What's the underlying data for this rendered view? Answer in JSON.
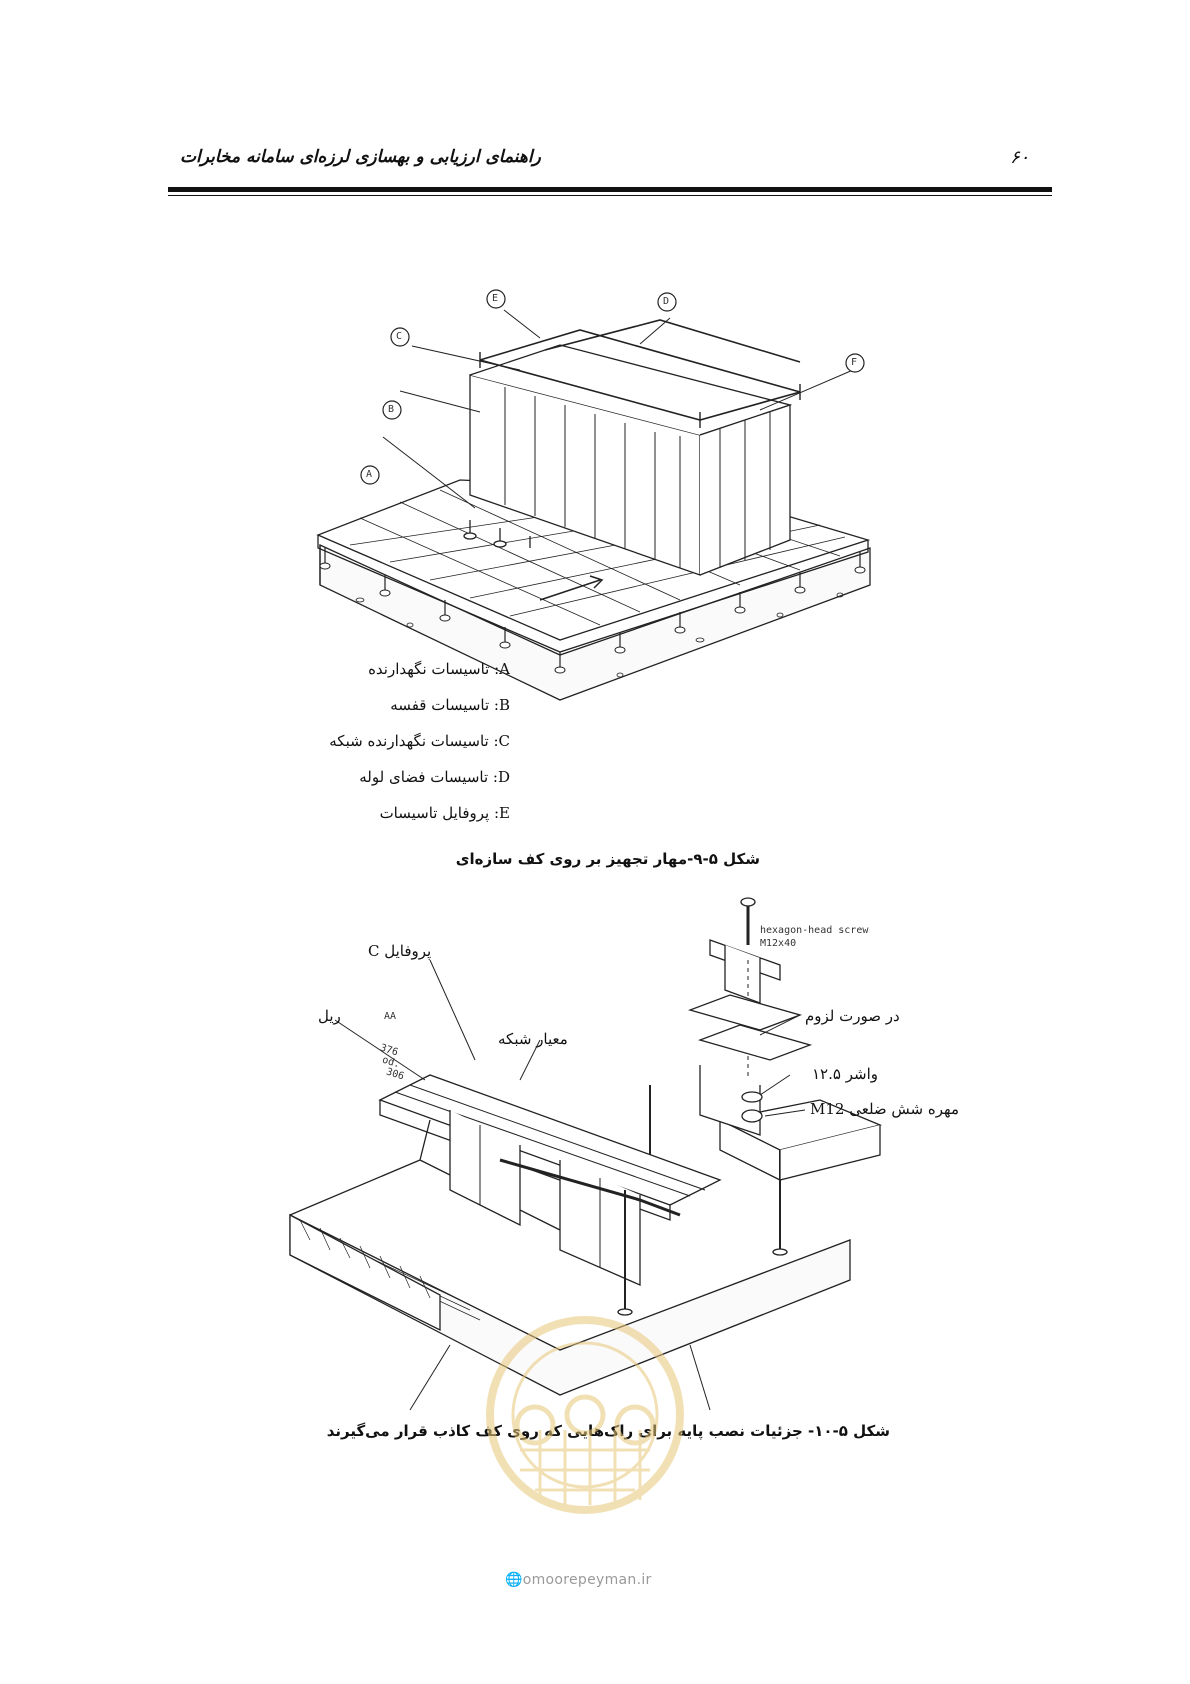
{
  "header": {
    "title": "راهنمای ارزیابی و بهسازی لرزه‌ای سامانه مخابرات",
    "page_number": "۶۰"
  },
  "figure1": {
    "callouts": [
      "A",
      "B",
      "C",
      "D",
      "E",
      "F"
    ],
    "legend": [
      {
        "key": "A",
        "text": "تاسیسات نگهدارنده"
      },
      {
        "key": "B",
        "text": "تاسیسات قفسه"
      },
      {
        "key": "C",
        "text": "تاسیسات نگهدارنده شبکه"
      },
      {
        "key": "D",
        "text": "تاسیسات فضای لوله"
      },
      {
        "key": "E",
        "text": "پروفایل تاسیسات"
      }
    ],
    "caption": "شکل ۵-۹-مهار تجهیز بر روی کف سازه‌ای"
  },
  "figure2": {
    "labels": {
      "profile_c": "پروفایل C",
      "rail": "ریل",
      "grid_gauge": "معیار شبکه",
      "if_needed": "در صورت لزوم",
      "washer": "واشر ۱۲.۵",
      "hex_nut": "مهره شش ضلعی  M12",
      "screw_line1": "hexagon-head screw",
      "screw_line2": "M12x40",
      "dim_376": "376",
      "dim_od": "od.",
      "dim_306": "306",
      "dim_aa": "AA"
    },
    "caption": "شکل ۵-۱۰- جزئیات نصب پایه برای راک‌هایی که روی کف کاذب قرار می‌گیرند"
  },
  "watermark": {
    "url": "omoorepeyman.ir",
    "accent": "#e8c77a"
  }
}
